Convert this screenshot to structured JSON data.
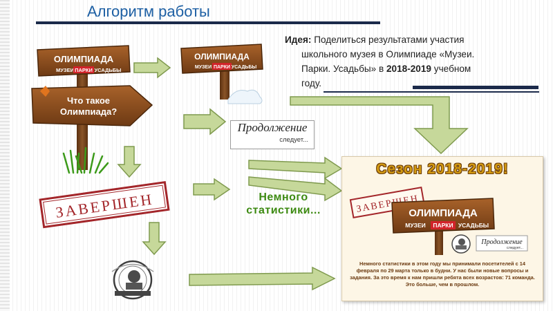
{
  "title": "Алгоритм работы",
  "idea": {
    "label": "Идея:",
    "line1": "Поделиться результатами участия",
    "line2": "школьного музея в Олимпиаде «Музеи.",
    "line3a": "Парки. Усадьбы» в ",
    "line3b": "2018-2019",
    "line3c": " учебном",
    "line4": "году."
  },
  "sign": {
    "olympiad": "ОЛИМПИАДА",
    "w1": "МУЗЕИ",
    "w2": "ПАРКИ",
    "w3": "УСАДЬБЫ",
    "question_line1": "Что такое",
    "question_line2": "Олимпиада?"
  },
  "stamp": "ЗАВЕРШЕН",
  "continuation": {
    "script": "Продолжение",
    "small": "следует..."
  },
  "stats_label": {
    "line1": "Немного",
    "line2": "статистики..."
  },
  "poster": {
    "season": "Сезон 2018-2019!",
    "stats_text": "Немного статистики в этом году мы принимали посетителей с 14 февраля по 29 марта только в будни. У нас были новые вопросы и задания. За это время к нам пришли ребята всех возрастов: 71 команда. Это больше, чем в прошлом."
  },
  "colors": {
    "title": "#1d5fa3",
    "bar": "#1b2a4a",
    "arrow_fill": "#c6d89a",
    "arrow_stroke": "#7f9a4e",
    "wood": "#8b4a1b",
    "stamp": "#a3262a",
    "stats_green": "#3d8a12"
  },
  "icons": [
    "arrow-right-icon",
    "arrow-down-icon",
    "museum-emblem-icon",
    "leaf-icon",
    "snow-icon",
    "grass-icon"
  ]
}
